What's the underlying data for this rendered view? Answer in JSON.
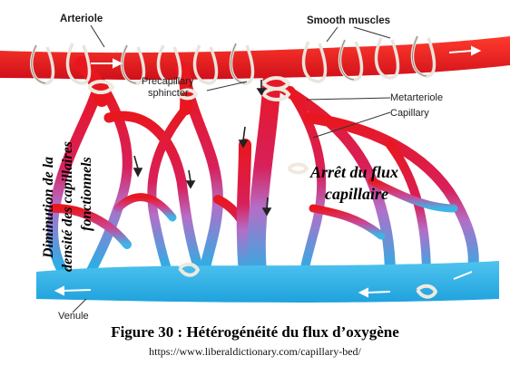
{
  "labels": {
    "arteriole": "Arteriole",
    "smooth_muscles": "Smooth muscles",
    "precapillary_line1": "Precapillary",
    "precapillary_line2": "sphincter",
    "metarteriole": "Metarteriole",
    "capillary": "Capillary",
    "venule": "Venule"
  },
  "annotations": {
    "left_vertical_line1": "Diminution de la",
    "left_vertical_line2": "densité des capillaires",
    "left_vertical_line3": "fonctionnels",
    "arret_line1": "Arrêt du flux",
    "arret_line2": "capillaire"
  },
  "caption": "Figure 30 : Hétérogénéité du flux d’oxygène",
  "source": "https://www.liberaldictionary.com/capillary-bed/",
  "colors": {
    "artery": "#e8171f",
    "vein": "#22b3e6",
    "mixed": "#b46ec8"
  }
}
